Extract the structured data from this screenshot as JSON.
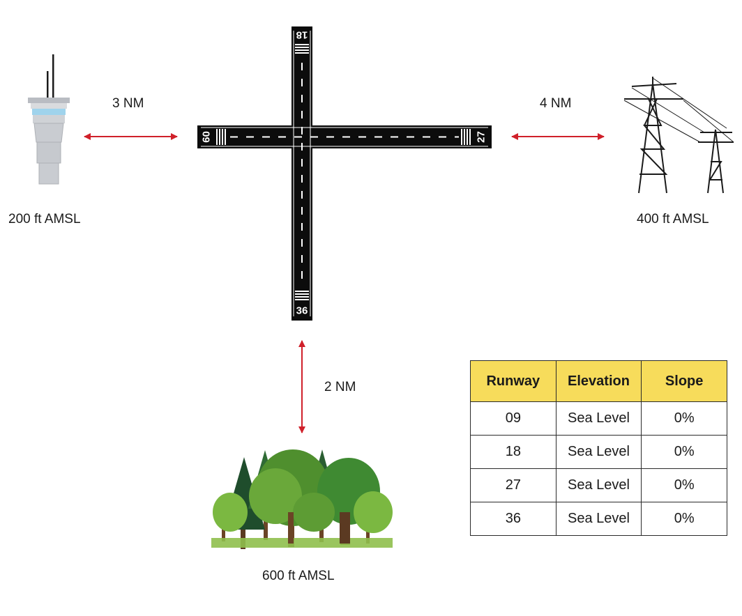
{
  "colors": {
    "arrow": "#d0202a",
    "runway": "#0c0c0c",
    "marking": "#ffffff",
    "header_fill": "#f7dc5b",
    "tower_glass": "#9fd3ec",
    "tower_body": "#c9ccd1"
  },
  "runway": {
    "numbers": {
      "north": "18",
      "south": "36",
      "west": "09",
      "east": "27"
    }
  },
  "obstacles": {
    "tower": {
      "icon": "control-tower-icon",
      "distance": "3 NM",
      "elevation": "200 ft AMSL"
    },
    "pylons": {
      "icon": "power-pylon-icon",
      "distance": "4 NM",
      "elevation": "400 ft AMSL"
    },
    "forest": {
      "icon": "forest-trees-icon",
      "distance": "2 NM",
      "elevation": "600 ft AMSL"
    }
  },
  "table": {
    "headers": [
      "Runway",
      "Elevation",
      "Slope"
    ],
    "rows": [
      [
        "09",
        "Sea Level",
        "0%"
      ],
      [
        "18",
        "Sea Level",
        "0%"
      ],
      [
        "27",
        "Sea Level",
        "0%"
      ],
      [
        "36",
        "Sea Level",
        "0%"
      ]
    ]
  }
}
